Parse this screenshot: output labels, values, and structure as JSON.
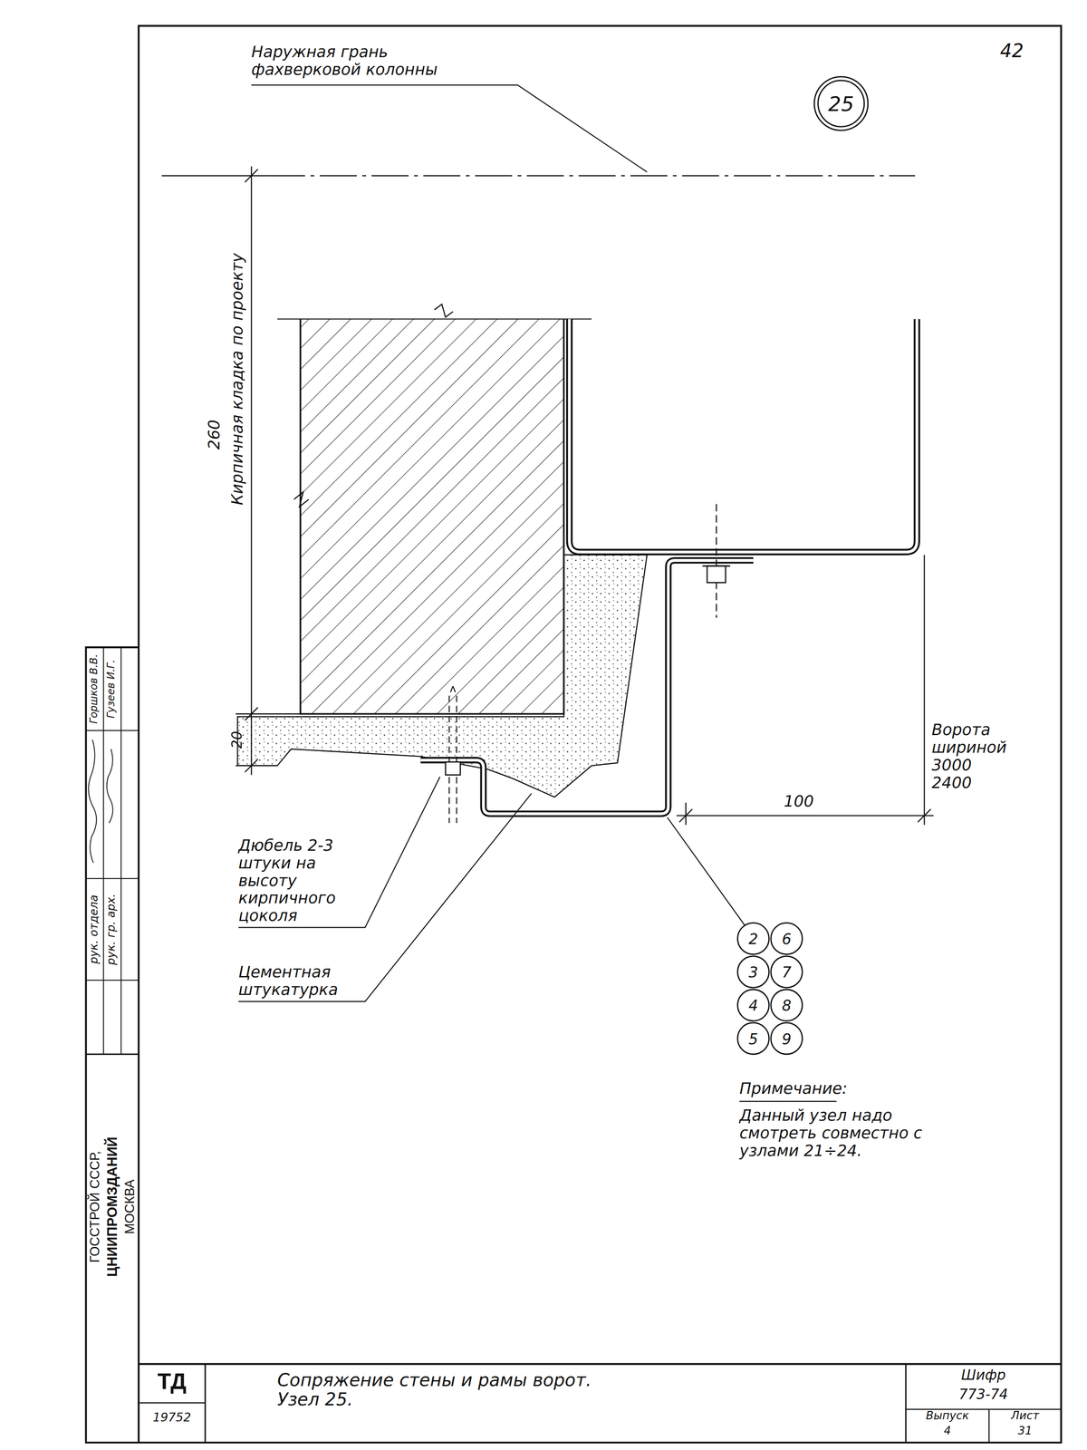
{
  "diagram": {
    "title": "Сопряжение стены и рамы ворот. Узел 25.",
    "nodes": [
      {
        "text": [
          "25"
        ]
      },
      {
        "text": [
          "2"
        ]
      },
      {
        "text": [
          "6"
        ]
      },
      {
        "text": [
          "3"
        ]
      },
      {
        "text": [
          "7"
        ]
      },
      {
        "text": [
          "4"
        ]
      },
      {
        "text": [
          "8"
        ]
      },
      {
        "text": [
          "5"
        ]
      },
      {
        "text": [
          "9"
        ]
      }
    ],
    "labels": [
      "Наружная грань фахверковой колонны",
      "42",
      "260",
      "Кирпичная кладка по проекту",
      "20",
      "Дюбель 2-3 штуки на высоту кирпичного цоколя",
      "Цементная штукатурка",
      "100",
      "Ворота шириной 3000 2400",
      "Примечание:",
      "Данный узел надо смотреть совместно с узлами 21÷24.",
      "ГОССТРОЙ СССР,",
      "ЦНИИПРОМЗДАНИЙ",
      "МОСКВА",
      "рук. отдела",
      "рук. гр. арх.",
      "Горшков В.В.",
      "Гузеев И.Г.",
      "ТД",
      "19752",
      "Шифр",
      "773-74",
      "Выпуск",
      "Лист",
      "4",
      "31"
    ]
  }
}
